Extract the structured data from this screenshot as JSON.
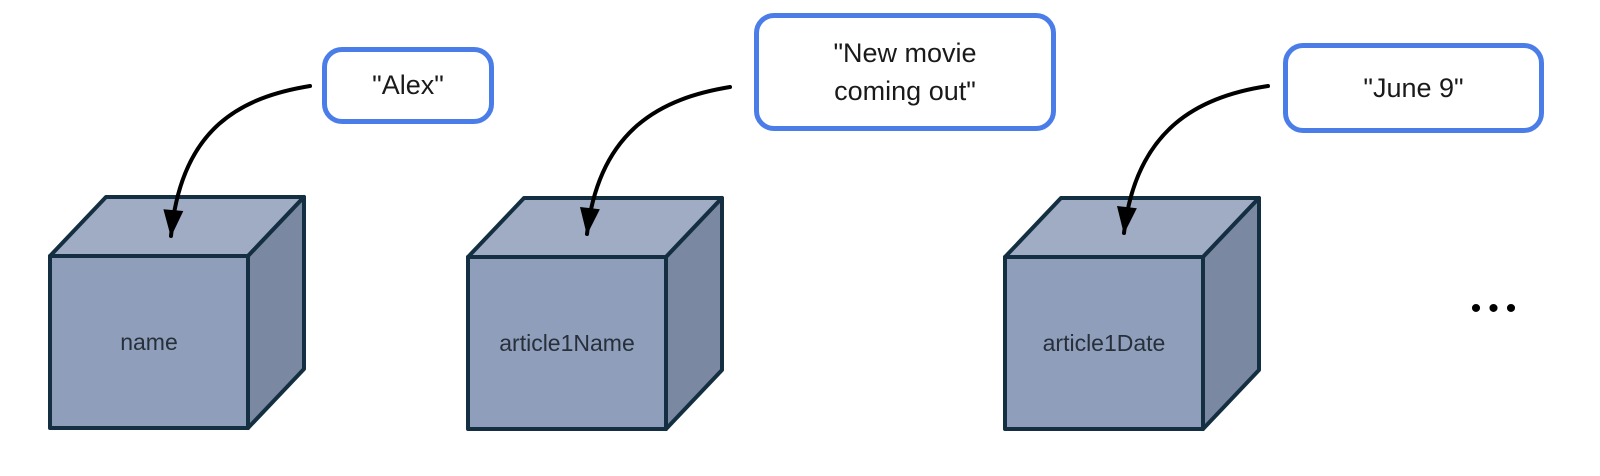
{
  "colors": {
    "background": "#ffffff",
    "cube_top": "#a0acc4",
    "cube_front": "#8f9eba",
    "cube_side": "#7b88a2",
    "cube_outline": "#142f41",
    "bubble_border": "#4b7de9",
    "bubble_fill": "#ffffff",
    "arrow": "#000000",
    "label_text": "#272f3a",
    "bubble_text": "#1a1a1a"
  },
  "variables": [
    {
      "name": "name",
      "value": "\"Alex\""
    },
    {
      "name": "article1Name",
      "value": "\"New movie coming out\""
    },
    {
      "name": "article1Date",
      "value": "\"June 9\""
    }
  ],
  "ellipsis": "•••"
}
